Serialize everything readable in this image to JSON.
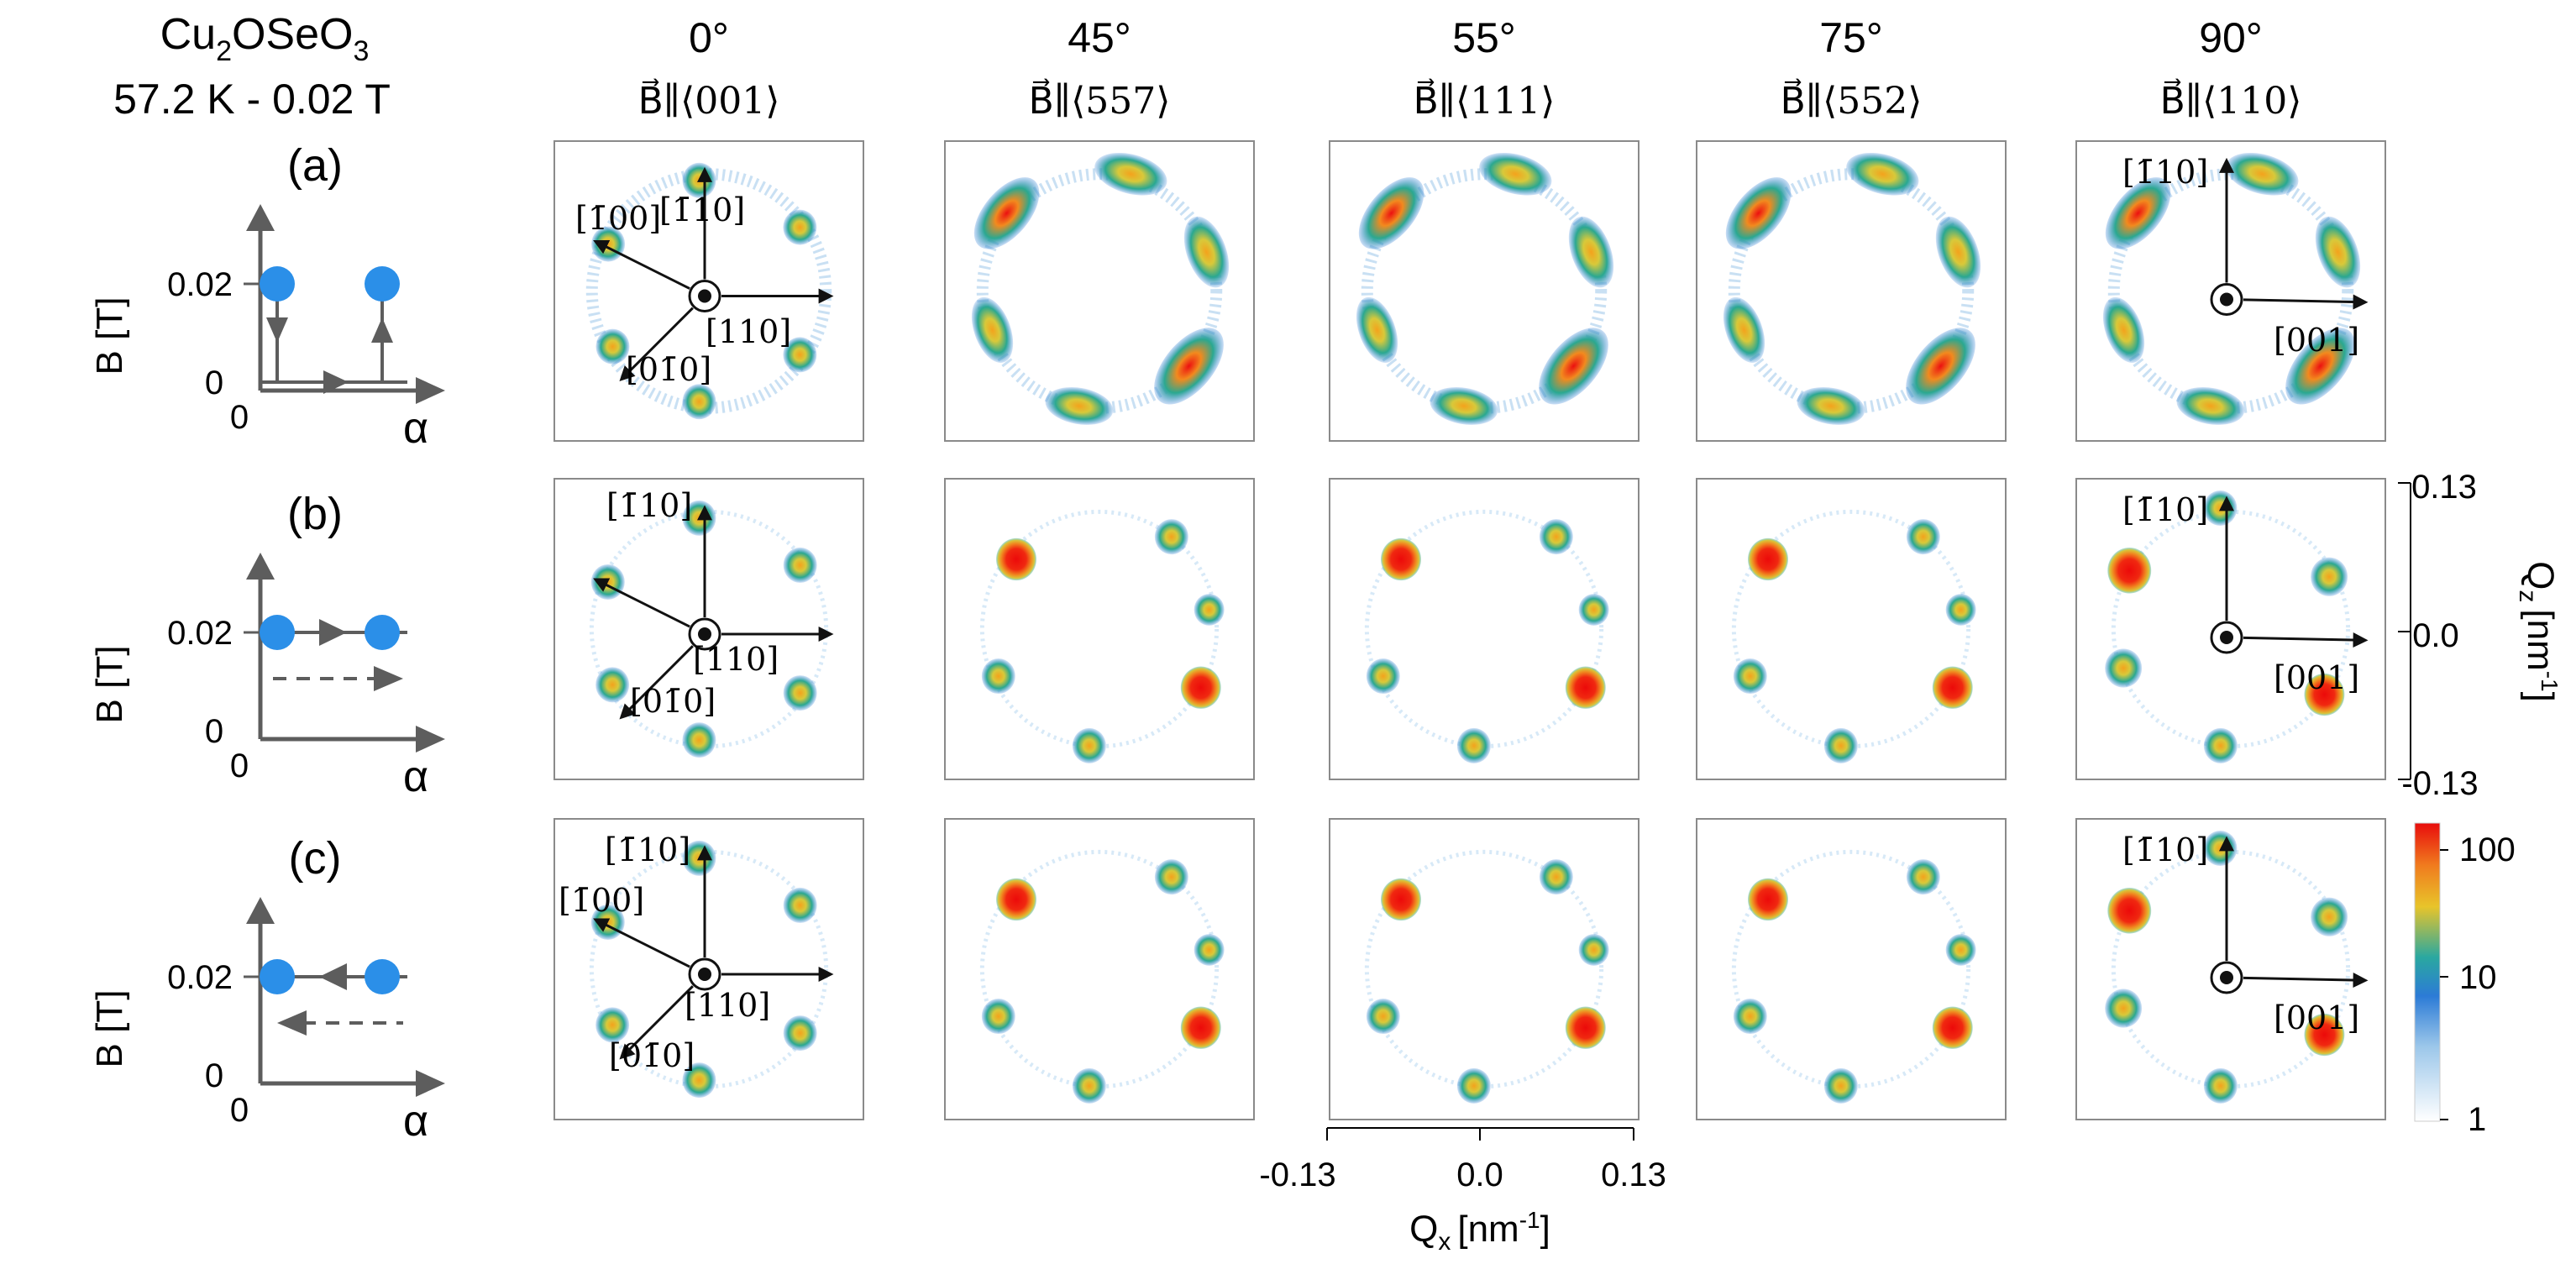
{
  "sample": {
    "formula_main": "Cu",
    "formula_sub1": "2",
    "formula_mid": "OSeO",
    "formula_sub2": "3",
    "conditions": "57.2 K - 0.02 T"
  },
  "columns": [
    {
      "angle": "0°",
      "field_label": "B⃗∥⟨001⟩"
    },
    {
      "angle": "45°",
      "field_label": "B⃗∥⟨557⟩"
    },
    {
      "angle": "55°",
      "field_label": "B⃗∥⟨111⟩"
    },
    {
      "angle": "75°",
      "field_label": "B⃗∥⟨552⟩"
    },
    {
      "angle": "90°",
      "field_label": "B⃗∥⟨110⟩"
    }
  ],
  "rows": [
    {
      "label": "(a)"
    },
    {
      "label": "(b)"
    },
    {
      "label": "(c)"
    }
  ],
  "schematic": {
    "ylabel": "B [T]",
    "xlabel": "α",
    "y_tick_high": "0.02",
    "y_tick_zero": "0",
    "x_tick_zero": "0"
  },
  "directions": {
    "r0c0": [
      "[1̄00]",
      "[1̄10]",
      "[110]",
      "[01̄0]"
    ],
    "r1c0": [
      "[1̄10]",
      "[110]",
      "[01̄0]"
    ],
    "r2c0": [
      "[1̄10]",
      "[1̄00]",
      "[110]",
      "[01̄0]"
    ],
    "c4": [
      "[1̄10]",
      "[001]"
    ]
  },
  "axes": {
    "qz_label": "Q",
    "qz_sub": "z",
    "qz_unit": "[nm",
    "qz_sup": "-1",
    "qz_close": "]",
    "qz_ticks": [
      "0.13",
      "0.0",
      "-0.13"
    ],
    "qx_label": "Q",
    "qx_sub": "x",
    "qx_unit": "[nm",
    "qx_sup": "-1",
    "qx_close": "]",
    "qx_ticks": [
      "-0.13",
      "0.0",
      "0.13"
    ]
  },
  "colorbar": {
    "ticks": [
      "100",
      "10",
      "1"
    ],
    "scale": "log",
    "colors": [
      "#ffffff",
      "#2c7bd6",
      "#2aa8a0",
      "#e8c42a",
      "#f07a1e",
      "#e80c0c"
    ]
  },
  "colors": {
    "schematic_dot": "#2b8fe8",
    "schematic_gray": "#5d5d5d",
    "panel_frame": "#8a8a8a"
  }
}
